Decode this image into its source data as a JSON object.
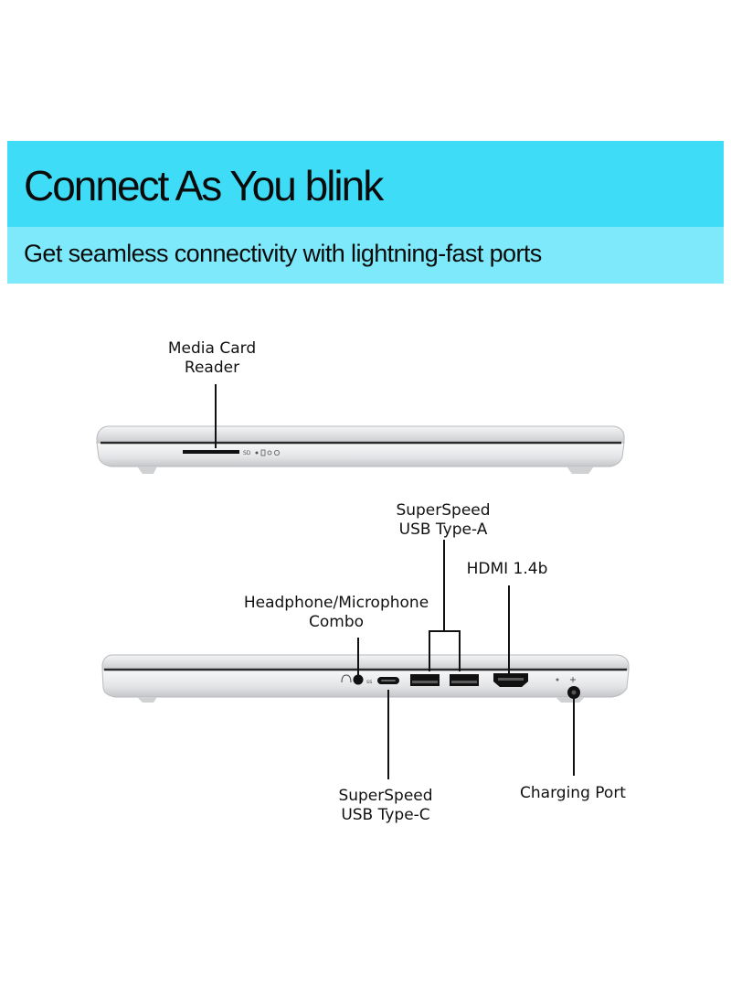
{
  "banner": {
    "headline": "Connect As You blink",
    "subheadline": "Get seamless connectivity with lightning-fast ports",
    "color_primary": "#3fdcf7",
    "color_secondary": "#7de9fa"
  },
  "labels": {
    "media_card_reader": [
      "Media Card",
      "Reader"
    ],
    "superspeed_usb_a": [
      "SuperSpeed",
      "USB Type-A"
    ],
    "hdmi": [
      "HDMI 1.4b"
    ],
    "headphone_mic": [
      "Headphone/Microphone",
      "Combo"
    ],
    "superspeed_usb_c": [
      "SuperSpeed",
      "USB Type-C"
    ],
    "charging_port": [
      "Charging Port"
    ]
  },
  "port_markings": {
    "sd": "SD"
  },
  "colors": {
    "laptop_silver": "#e6e7e8",
    "port_black": "#1a1a1a"
  }
}
